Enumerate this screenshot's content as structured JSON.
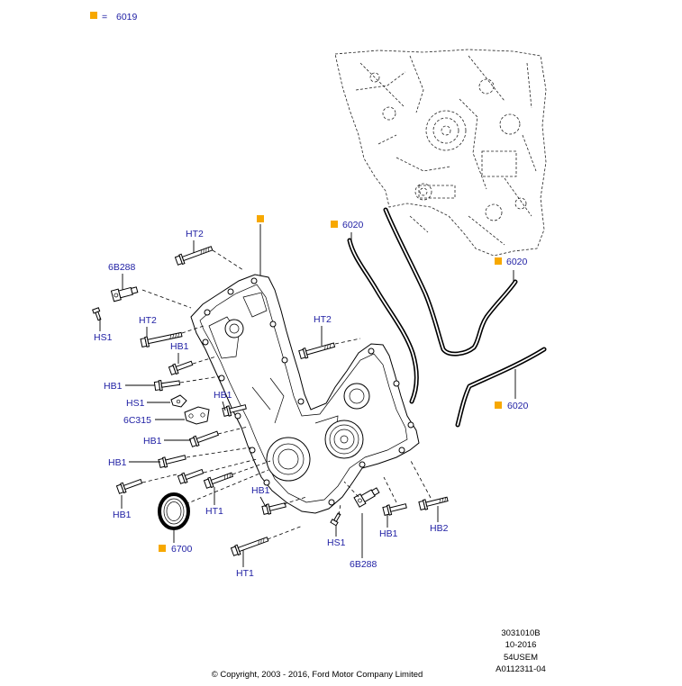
{
  "colors": {
    "label": "#1d1da3",
    "marker": "#f7a800",
    "line": "#000000"
  },
  "legend": {
    "symbol": "=",
    "part_number": "6019"
  },
  "callouts": [
    {
      "label": "HT2",
      "marker": false
    },
    {
      "label": "6B288",
      "marker": false
    },
    {
      "label": "HS1",
      "marker": false
    },
    {
      "label": "HT2",
      "marker": false
    },
    {
      "label": "HB1",
      "marker": false
    },
    {
      "label": "HT2",
      "marker": false
    },
    {
      "label": "HB1",
      "marker": false
    },
    {
      "label": "HS1",
      "marker": false
    },
    {
      "label": "HB1",
      "marker": false
    },
    {
      "label": "6C315",
      "marker": false
    },
    {
      "label": "HB1",
      "marker": false
    },
    {
      "label": "HB1",
      "marker": false
    },
    {
      "label": "HB1",
      "marker": false
    },
    {
      "label": "HT1",
      "marker": false
    },
    {
      "label": "HB1",
      "marker": false
    },
    {
      "label": "6700",
      "marker": true
    },
    {
      "label": "HS1",
      "marker": false
    },
    {
      "label": "HB1",
      "marker": false
    },
    {
      "label": "HB2",
      "marker": false
    },
    {
      "label": "6B288",
      "marker": false
    },
    {
      "label": "HT1",
      "marker": false
    },
    {
      "label": "6020",
      "marker": true
    },
    {
      "label": "6020",
      "marker": true
    },
    {
      "label": "6020",
      "marker": true
    },
    {
      "label": "",
      "marker": true
    }
  ],
  "footer": {
    "codes": [
      "3031010B",
      "10-2016",
      "54USEM",
      "A0112311-04"
    ],
    "copyright": "© Copyright, 2003 - 2016, Ford Motor Company Limited"
  }
}
